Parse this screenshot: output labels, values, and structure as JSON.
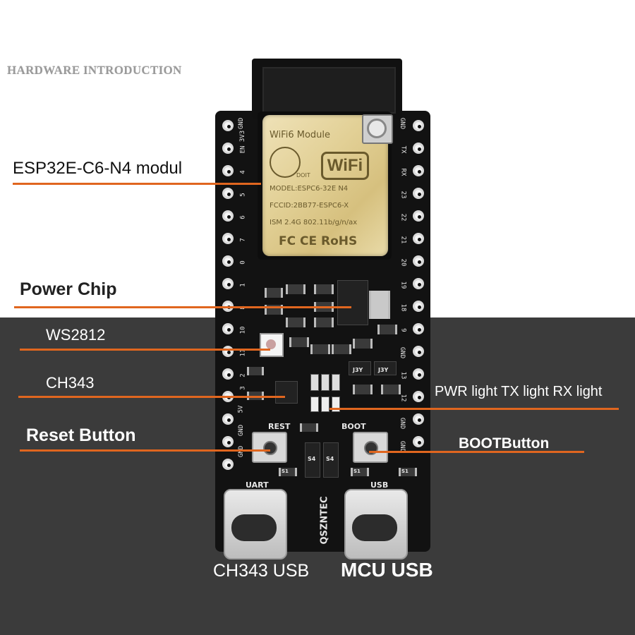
{
  "header": {
    "title": "HARDWARE INTRODUCTION"
  },
  "module": {
    "name": "WiFi6 Module",
    "brand": "DOIT",
    "wifi_badge": "WiFi",
    "model": "MODEL:ESPC6-32E  N4",
    "fccid": "FCCID:2BB77-ESPC6-X",
    "ism": "ISM 2.4G 802.11b/g/n/ax",
    "certs": "FC CE RoHS"
  },
  "pins": {
    "left": [
      "GND",
      "3V3",
      "EN",
      "4",
      "5",
      "6",
      "7",
      "0",
      "1",
      "8",
      "10",
      "11",
      "2",
      "3",
      "5V",
      "GND",
      "GND"
    ],
    "right": [
      "GND",
      "TX",
      "RX",
      "23",
      "22",
      "21",
      "20",
      "19",
      "18",
      "9",
      "GND",
      "13",
      "12",
      "GND",
      "GND"
    ]
  },
  "silkscreen": {
    "reset": "REST",
    "boot": "BOOT",
    "uart": "UART",
    "usb": "USB",
    "brand_vertical": "QSZNTEC",
    "s4_a": "S4",
    "s4_b": "S4",
    "s1_a": "S1",
    "s1_b": "S1",
    "s1_c": "S1",
    "j3y_a": "J3Y",
    "j3y_b": "J3Y"
  },
  "callouts": {
    "module": "ESP32E-C6-N4 modul",
    "power_chip": "Power Chip",
    "ws2812": "WS2812",
    "ch343": "CH343",
    "lights": "PWR light TX light RX light",
    "reset_button": "Reset Button",
    "boot_button": "BOOTButton"
  },
  "usb_labels": {
    "left": "CH343 USB",
    "right": "MCU USB"
  },
  "colors": {
    "callout_line": "#e0661f",
    "background_lower": "#3b3b3b",
    "pcb": "#121212",
    "shield": "#e2d096"
  }
}
